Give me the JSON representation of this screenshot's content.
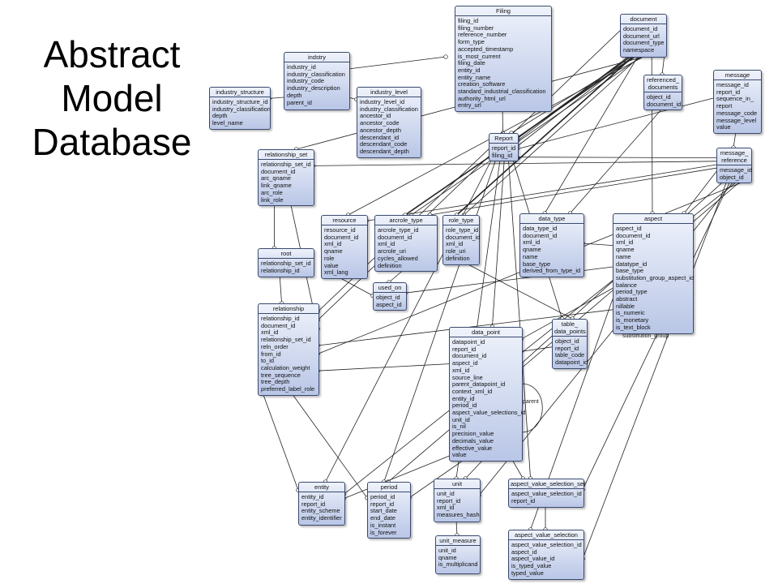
{
  "title": [
    "Abstract",
    "Model",
    "Database"
  ],
  "tables": [
    {
      "id": "filing",
      "name": "Filing",
      "fields": [
        "filing_id",
        "filing_number",
        "reference_number",
        "form_type",
        "accepted_timestamp",
        "is_most_current",
        "filing_date",
        "entity_id",
        "entity_name",
        "creation_software",
        "standard_industrial_classification",
        "authority_html_url",
        "entry_url"
      ]
    },
    {
      "id": "document",
      "name": "document",
      "fields": [
        "document_id",
        "document_url",
        "document_type",
        "namespace"
      ]
    },
    {
      "id": "indstry",
      "name": "indstry",
      "fields": [
        "industry_id",
        "industry_classification",
        "industry_code",
        "industry_description",
        "depth",
        "parent_id"
      ]
    },
    {
      "id": "industry_structure",
      "name": "industry_structure",
      "fields": [
        "industry_structure_id",
        "industry_classification",
        "depth",
        "level_name"
      ]
    },
    {
      "id": "industry_level",
      "name": "industry_level",
      "fields": [
        "industry_level_id",
        "industry_classification",
        "ancestor_id",
        "ancestor_code",
        "ancestor_depth",
        "descendant_id",
        "descendant_code",
        "descendant_depth"
      ]
    },
    {
      "id": "referenced_documents",
      "name": "referenced_\ndocuments",
      "fields": [
        "object_id",
        "document_id"
      ]
    },
    {
      "id": "message",
      "name": "message",
      "fields": [
        "message_id",
        "report_id",
        "sequence_in_",
        "   report",
        "message_code",
        "message_level",
        "value"
      ]
    },
    {
      "id": "report",
      "name": "Report",
      "fields": [
        "report_id",
        "filing_id"
      ]
    },
    {
      "id": "message_reference",
      "name": "message_\nreference",
      "fields": [
        "message_id",
        "object_id"
      ]
    },
    {
      "id": "relationship_set",
      "name": "relationship_set",
      "fields": [
        "relationship_set_id",
        "document_id",
        "arc_qname",
        "link_qname",
        "arc_role",
        "link_role"
      ]
    },
    {
      "id": "resource",
      "name": "resource",
      "fields": [
        "resource_id",
        "document_id",
        "xml_id",
        "qname",
        "role",
        "value",
        "xml_lang"
      ]
    },
    {
      "id": "arcrole_type",
      "name": "arcrole_type",
      "fields": [
        "arcrole_type_id",
        "document_id",
        "xml_id",
        "arcrole_uri",
        "cycles_allowed",
        "definition"
      ]
    },
    {
      "id": "role_type",
      "name": "role_type",
      "fields": [
        "role_type_id",
        "document_id",
        "xml_id",
        "role_uri",
        "definition"
      ]
    },
    {
      "id": "data_type",
      "name": "data_type",
      "fields": [
        "data_type_id",
        "document_id",
        "xml_id",
        "qname",
        "name",
        "base_type",
        "derived_from_type_id"
      ]
    },
    {
      "id": "aspect",
      "name": "aspect",
      "fields": [
        "aspect_id",
        "document_id",
        "xml_id",
        "qname",
        "name",
        "datatype_id",
        "base_type",
        "substitution_group_aspect_id",
        "balance",
        "period_type",
        "abstract",
        "nillable",
        "is_numeric",
        "is_monetary",
        "is_text_block"
      ]
    },
    {
      "id": "root",
      "name": "root",
      "fields": [
        "relationship_set_id",
        "relationship_id"
      ]
    },
    {
      "id": "used_on",
      "name": "used_on",
      "fields": [
        "object_id",
        "aspect_id"
      ]
    },
    {
      "id": "relationship",
      "name": "relationship",
      "fields": [
        "relationship_id",
        "document_id",
        "xml_id",
        "relationship_set_id",
        "reln_order",
        "from_id",
        "to_id",
        "calculation_weight",
        "tree_sequence",
        "tree_depth",
        "preferred_label_role"
      ]
    },
    {
      "id": "table_data_points",
      "name": "table_\ndata_points",
      "fields": [
        "object_id",
        "report_id",
        "table_code",
        "datapoint_id"
      ]
    },
    {
      "id": "data_point",
      "name": "data_point",
      "fields": [
        "datapoint_id",
        "report_id",
        "document_id",
        "aspect_id",
        "xml_id",
        "source_line",
        "parent_datapoint_id",
        "context_xml_id",
        "entity_id",
        "period_id",
        "aspect_value_selections_id",
        "unit_id",
        "is_nil",
        "precision_value",
        "decimals_value",
        "effective_value",
        "value"
      ]
    },
    {
      "id": "entity",
      "name": "entity",
      "fields": [
        "entity_id",
        "report_id",
        "entity_scheme",
        "entity_identifier"
      ]
    },
    {
      "id": "period",
      "name": "period",
      "fields": [
        "period_id",
        "report_id",
        "start_date",
        "end_date",
        "is_instant",
        "is_forever"
      ]
    },
    {
      "id": "unit",
      "name": "unit",
      "fields": [
        "unit_id",
        "report_id",
        "xml_id",
        "measures_hash"
      ]
    },
    {
      "id": "aspect_value_selection_set",
      "name": "aspect_value_selection_set",
      "fields": [
        "aspect_value_selection_id",
        "report_id"
      ]
    },
    {
      "id": "unit_measure",
      "name": "unit_measure",
      "fields": [
        "unit_id",
        "qname",
        "is_multiplicand"
      ]
    },
    {
      "id": "aspect_value_selection",
      "name": "aspect_value_selection",
      "fields": [
        "aspect_value_selection_id",
        "aspect_id",
        "aspect_value_id",
        "is_typed_value",
        "typed_value"
      ]
    }
  ],
  "labels": {
    "substitution_group": "substitution_group",
    "parent": "parent"
  }
}
